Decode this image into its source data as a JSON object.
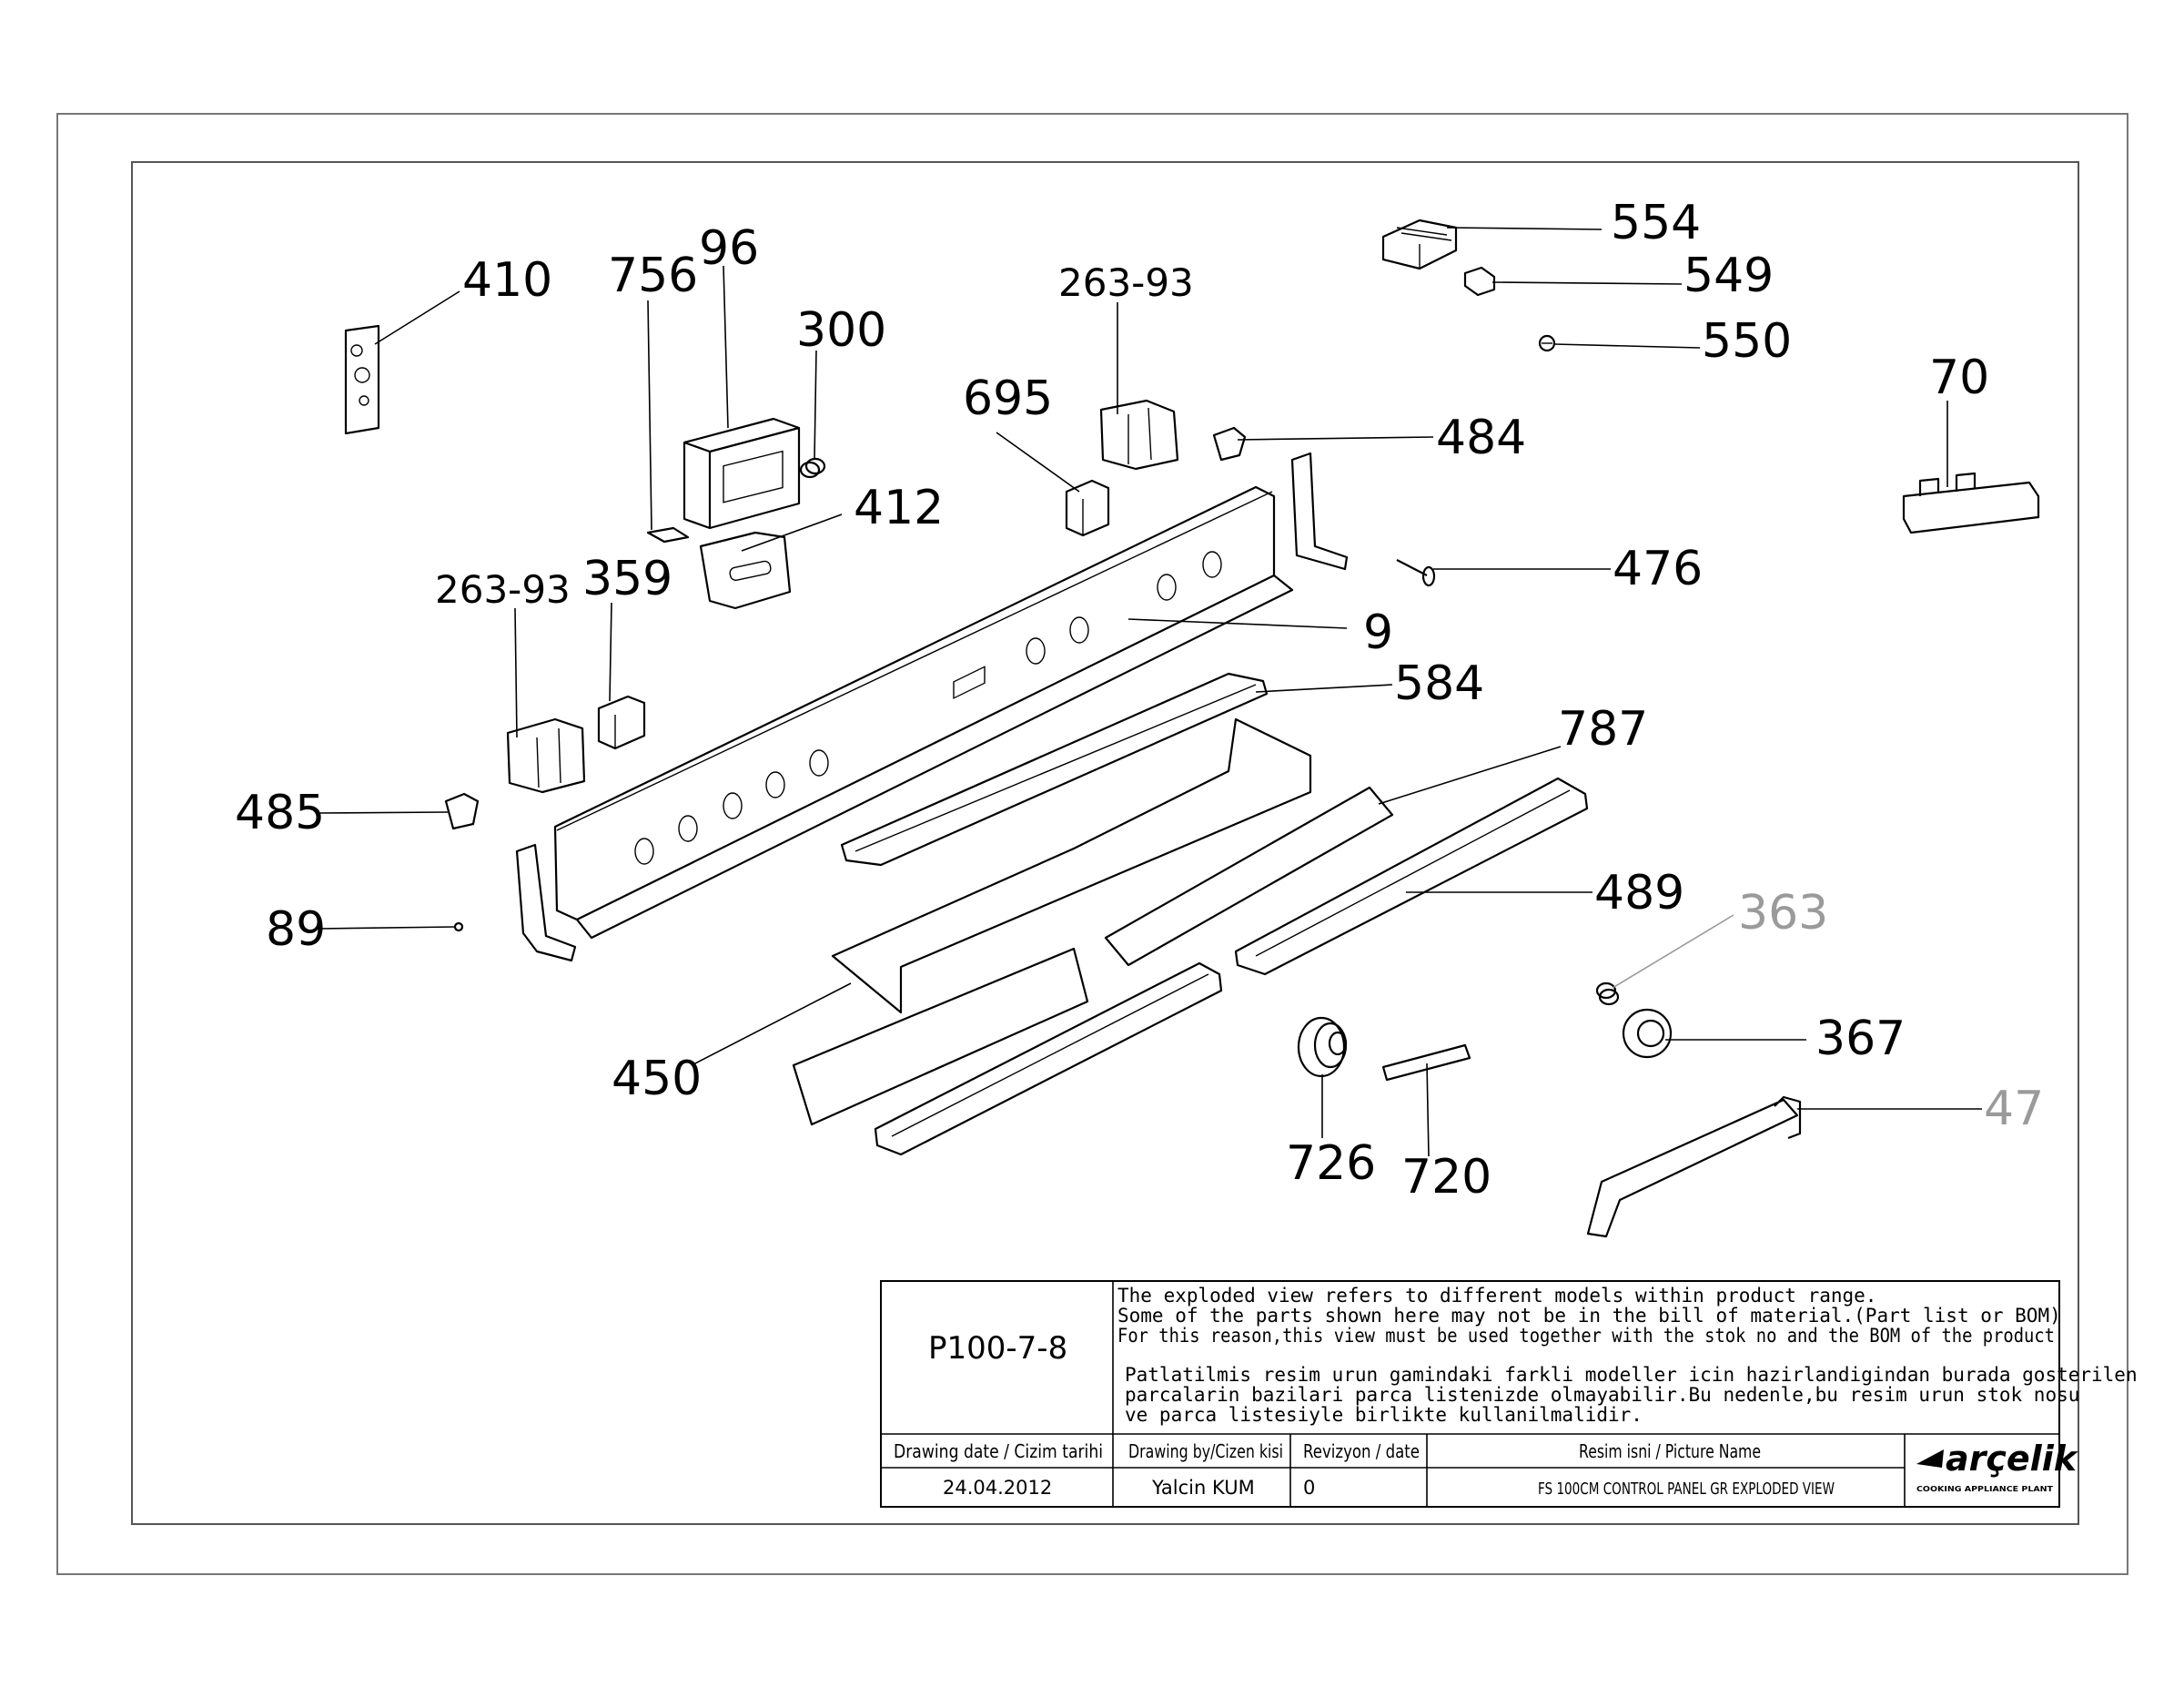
{
  "labels": {
    "l410": "410",
    "l756": "756",
    "l96": "96",
    "l300": "300",
    "l263_93_top": "263-93",
    "l695": "695",
    "l412": "412",
    "l554": "554",
    "l549": "549",
    "l550": "550",
    "l70": "70",
    "l484": "484",
    "l476": "476",
    "l263_93_left": "263-93",
    "l359": "359",
    "l9": "9",
    "l584": "584",
    "l787": "787",
    "l485": "485",
    "l89": "89",
    "l489": "489",
    "l363": "363",
    "l367": "367",
    "l450": "450",
    "l726": "726",
    "l720": "720",
    "l47": "47"
  },
  "title_block": {
    "drawing_no": "P100-7-8",
    "note_en_1": "The exploded view refers to different models within product range.",
    "note_en_2": "Some of the parts shown here may not be in the bill of material.(Part list or BOM)",
    "note_en_3": "For this reason,this view must be used together with the stok no and the BOM of the product",
    "note_tr_1": "Patlatilmis resim urun gamindaki farkli modeller icin hazirlandigindan burada gosterilen",
    "note_tr_2": "parcalarin bazilari parca listenizde olmayabilir.Bu nedenle,bu resim urun stok nosu",
    "note_tr_3": "ve parca listesiyle birlikte kullanilmalidir.",
    "hdr_date": "Drawing date / Cizim tarihi",
    "hdr_by": "Drawing by/Cizen kisi",
    "hdr_rev": "Revizyon / date",
    "hdr_picture": "Resim isni / Picture Name",
    "val_date": "24.04.2012",
    "val_by": "Yalcin KUM",
    "val_rev": "0",
    "val_picture": "FS 100CM CONTROL PANEL GR EXPLODED VIEW",
    "logo": "arçelik",
    "logo_sub": "COOKING APPLIANCE PLANT"
  },
  "colors": {
    "line": "#000000",
    "grey_label": "#9a9a9a",
    "frame": "#777777"
  }
}
